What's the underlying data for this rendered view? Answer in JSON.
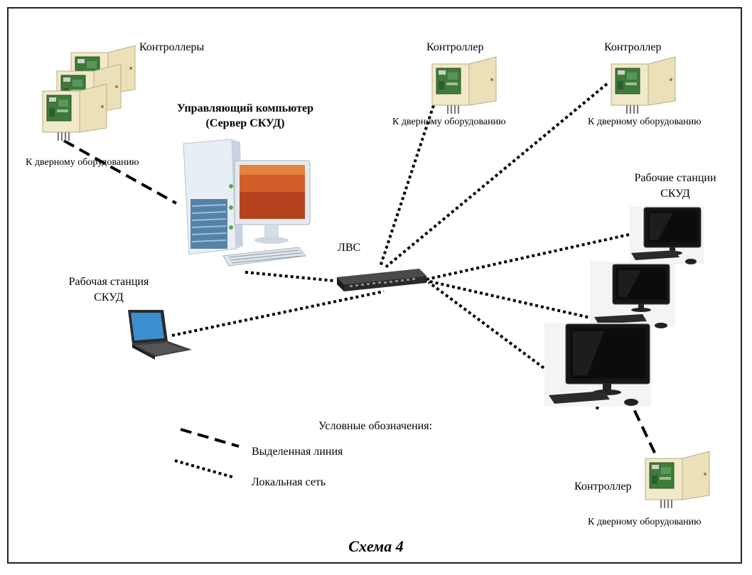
{
  "labels": {
    "controllers_group": "Контроллеры",
    "controller": "Контроллер",
    "door_equipment": "К дверному оборудованию",
    "server_line1": "Управляющий компьютер",
    "server_line2": "(Сервер СКУД)",
    "lan": "ЛВС",
    "workstation_line1": "Рабочая станция",
    "workstation_line2": "СКУД",
    "workstations_line1": "Рабочие станции",
    "workstations_line2": "СКУД"
  },
  "legend": {
    "title": "Условные обозначения:",
    "dedicated_line": "Выделенная линия",
    "local_network": "Локальная сеть"
  },
  "caption": "Схема 4",
  "colors": {
    "line": "#000000",
    "cabinet": "#efe6c4",
    "board": "#3f7a3a",
    "screen": "#111111",
    "server_body": "#e6edf5",
    "switch_body": "#2a2a2a"
  },
  "icons": [
    "controller-cabinet-icon",
    "server-computer-icon",
    "network-switch-icon",
    "laptop-icon",
    "monitor-icon"
  ]
}
